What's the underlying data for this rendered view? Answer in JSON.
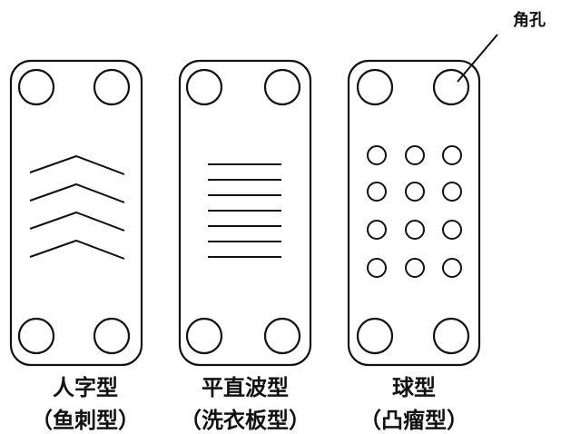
{
  "colors": {
    "stroke": "#111111",
    "background": "#ffffff"
  },
  "callout": {
    "label": "角孔"
  },
  "plates": [
    {
      "pattern": "chevron-icon",
      "name": "人字型",
      "alias": "（鱼刺型）"
    },
    {
      "pattern": "parallel-lines-icon",
      "name": "平直波型",
      "alias": "（洗衣板型）"
    },
    {
      "pattern": "dot-grid-icon",
      "name": "球型",
      "alias": "（凸瘤型）"
    }
  ]
}
